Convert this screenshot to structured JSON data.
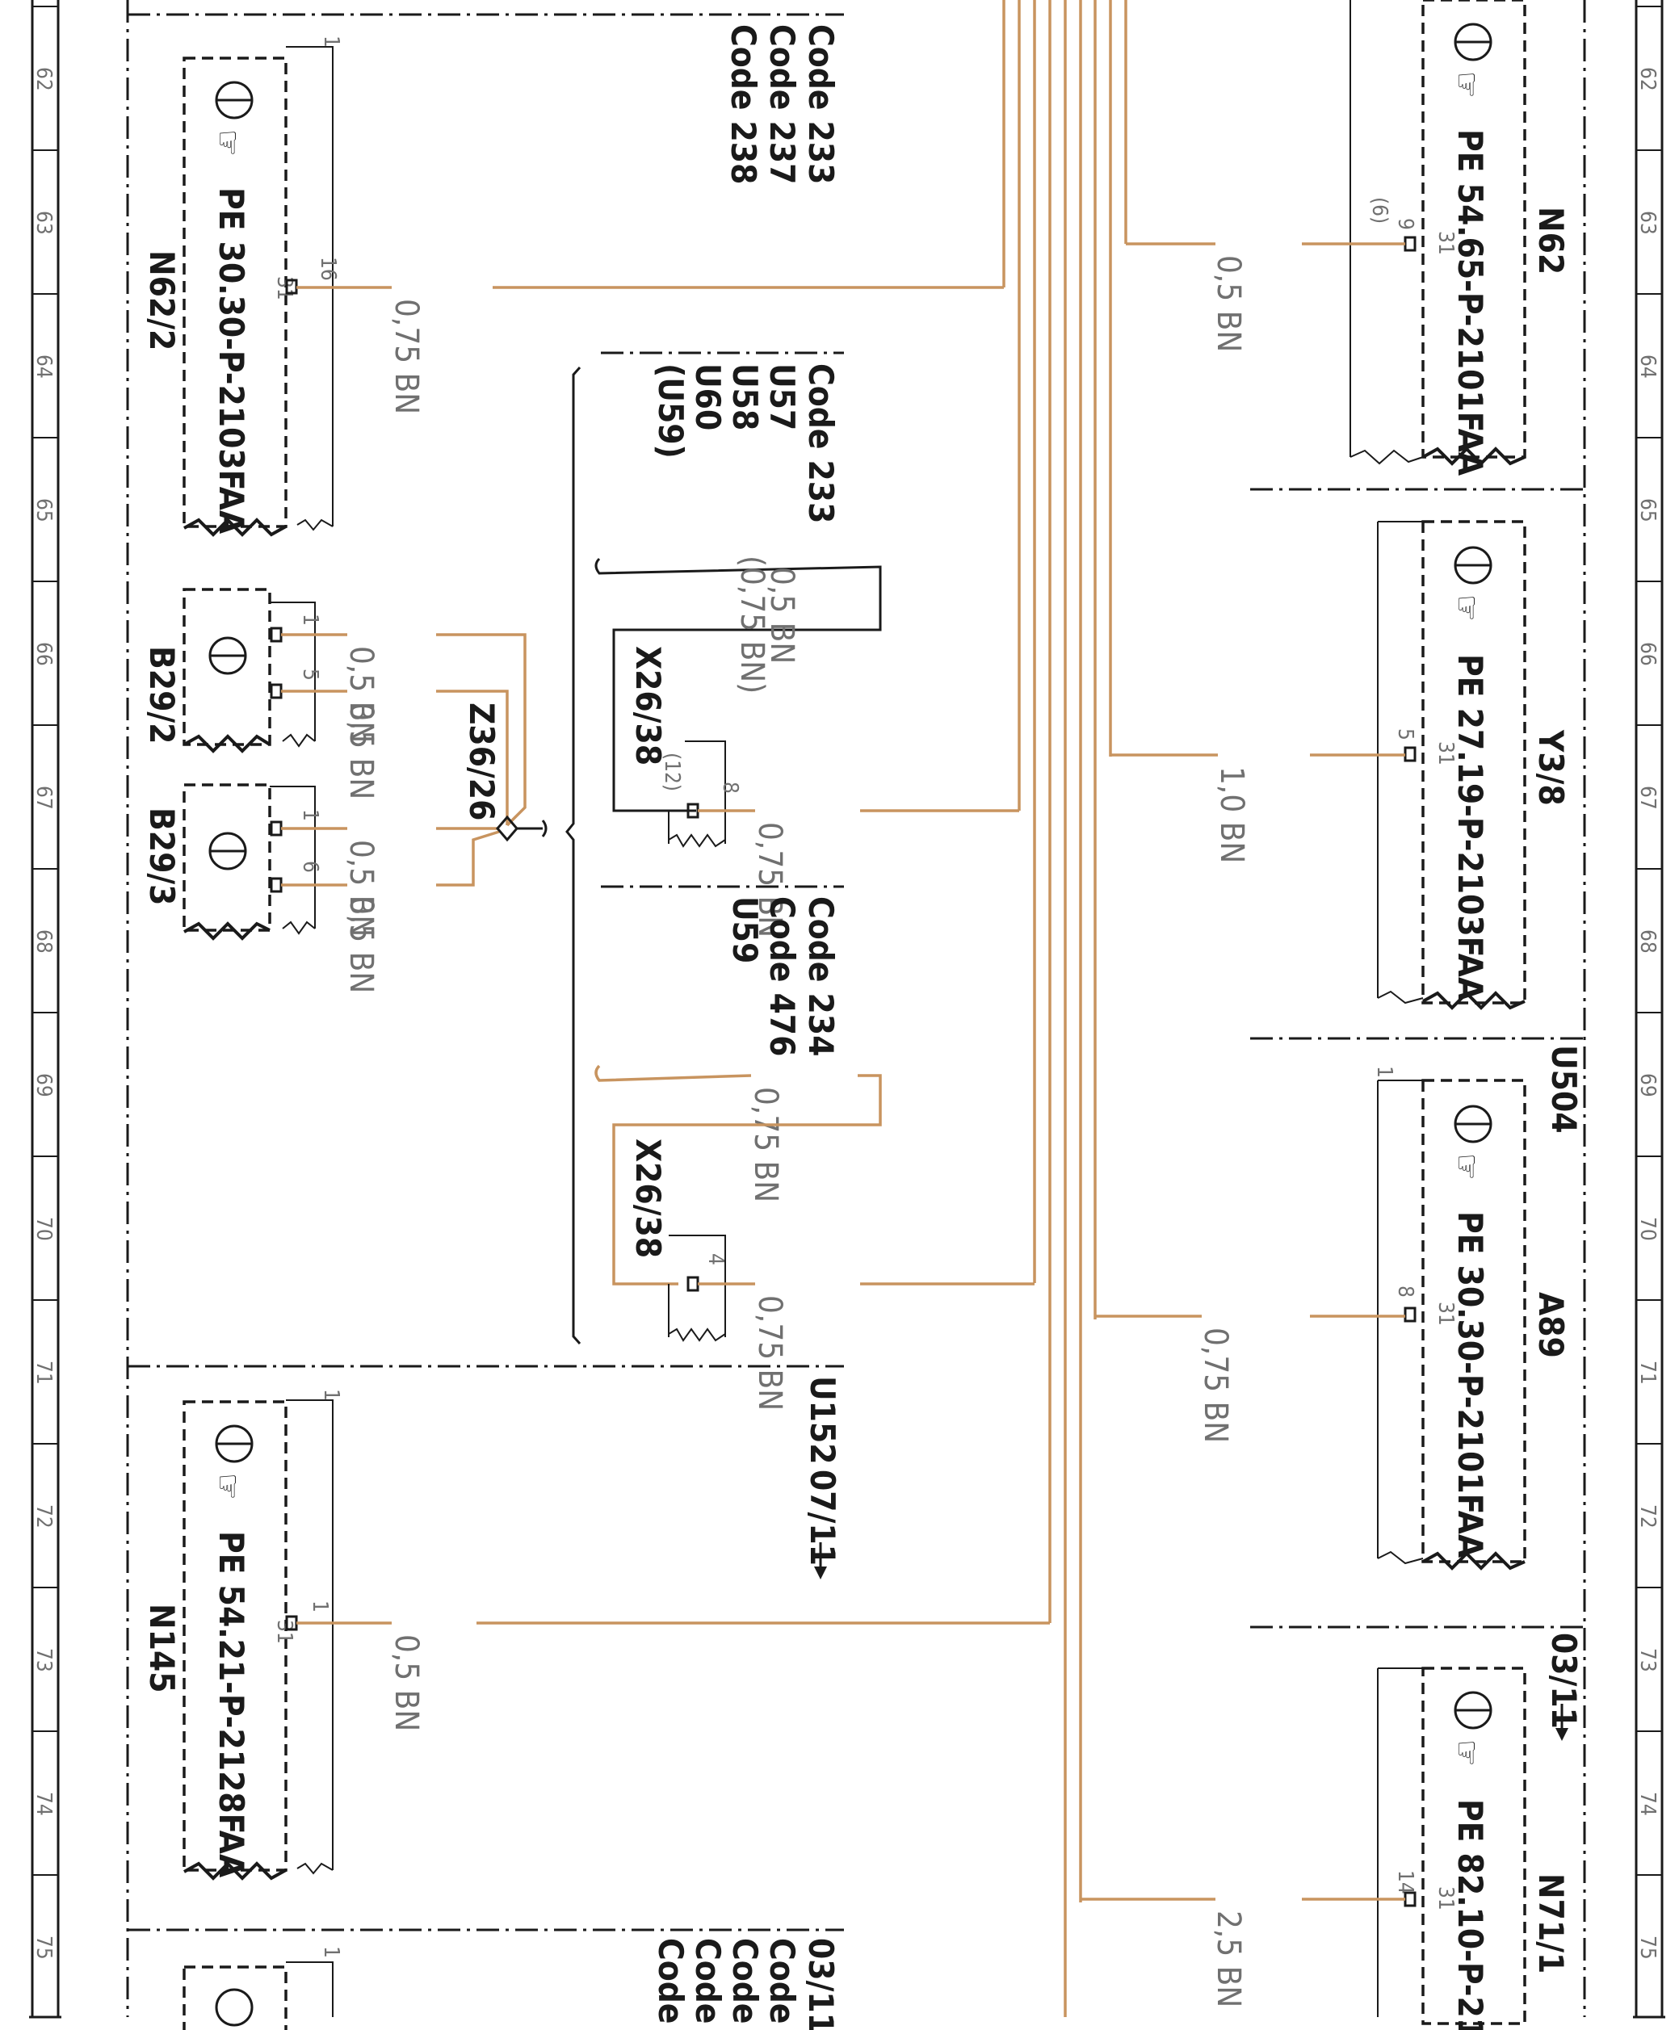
{
  "grid_rows": [
    "62",
    "63",
    "64",
    "65",
    "66",
    "67",
    "68",
    "69",
    "70",
    "71",
    "72",
    "73",
    "74",
    "75"
  ],
  "components": {
    "N62_2": {
      "name": "N62/2",
      "ref": "PE 30.30-P-2103FAA",
      "pin": "16",
      "ground": "31",
      "corner": "1"
    },
    "N62": {
      "name": "N62",
      "ref": "PE 54.65-P-2101FAA",
      "pin": "9",
      "pin_alt": "(6)",
      "ground": "31"
    },
    "B29_2": {
      "name": "B29/2",
      "pin_a": "1",
      "pin_b": "5"
    },
    "B29_3": {
      "name": "B29/3",
      "pin_a": "1",
      "pin_b": "6"
    },
    "Z36_26": {
      "name": "Z36/26"
    },
    "X26_38_a": {
      "name": "X26/38",
      "pin": "8",
      "pin_alt": "(12)"
    },
    "X26_38_b": {
      "name": "X26/38",
      "pin": "4"
    },
    "N145": {
      "name": "N145",
      "ref": "PE 54.21-P-2128FAA",
      "pin": "1",
      "ground": "31",
      "corner": "1"
    },
    "Y3_8": {
      "name": "Y3/8",
      "ref": "PE 27.19-P-2103FAA",
      "pin": "5",
      "ground": "31"
    },
    "A89": {
      "name": "A89",
      "ref": "PE 30.30-P-2101FAA",
      "pin": "8",
      "ground": "31",
      "corner": "1"
    },
    "N71_1": {
      "name": "N71/1",
      "ref": "PE 82.10-P-21",
      "pin": "14",
      "ground": "31"
    }
  },
  "codes": {
    "group1": [
      "Code  233",
      "Code  237",
      "Code  238"
    ],
    "group2": [
      "Code  233",
      "U57",
      "U58",
      "U60",
      "(U59)"
    ],
    "group3": [
      "Code  234",
      "Code  476",
      "U59"
    ],
    "U152": "U152",
    "U152_date": "07/11",
    "U504": "U504",
    "date_0311": "03/11",
    "bottom_date": "03/11",
    "bottom_codes": [
      "Code",
      "Code",
      "Code",
      "Code"
    ],
    "bottom_corner": "1"
  },
  "wires": {
    "n62_2": "0,75  BN",
    "n62": "0,5  BN",
    "b29_2_1": "0,5  BN",
    "b29_2_5": "0,5  BN",
    "b29_3_1": "0,5  BN",
    "b29_3_6": "0,5  BN",
    "alt_a": "0,5  BN",
    "alt_a2": "(0,75  BN)",
    "x26_a": "0,75  BN",
    "alt_b": "0,75  BN",
    "x26_b": "0,75  BN",
    "n145": "0,5  BN",
    "y3_8": "1,0  BN",
    "a89": "0,75  BN",
    "n71_1": "2,5  BN"
  }
}
